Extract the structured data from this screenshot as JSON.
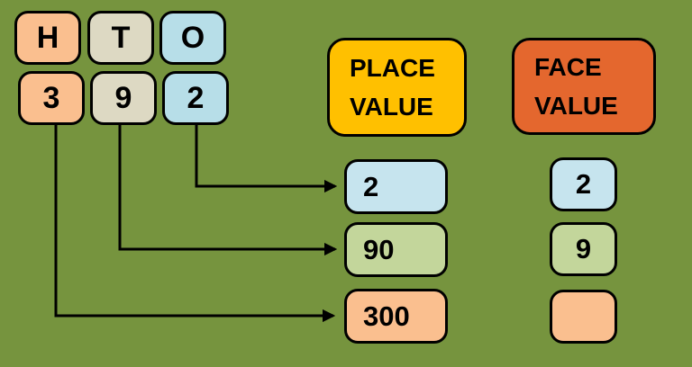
{
  "background_color": "#76943E",
  "border_color": "#000000",
  "digit_columns": [
    {
      "label": "H",
      "digit": "3",
      "color": "#FABF8F"
    },
    {
      "label": "T",
      "digit": "9",
      "color": "#DDD9C3"
    },
    {
      "label": "O",
      "digit": "2",
      "color": "#B7DEE8"
    }
  ],
  "headers": {
    "place_value": {
      "line1": "PLACE",
      "line2": "VALUE",
      "color": "#FFC000"
    },
    "face_value": {
      "line1": "FACE",
      "line2": "VALUE",
      "color": "#E4672E"
    }
  },
  "rows": [
    {
      "place_value": "2",
      "face_value": "2",
      "color": "#C6E4EE"
    },
    {
      "place_value": "90",
      "face_value": "9",
      "color": "#C3D69B"
    },
    {
      "place_value": "300",
      "face_value": "",
      "color": "#FABF8F"
    }
  ]
}
